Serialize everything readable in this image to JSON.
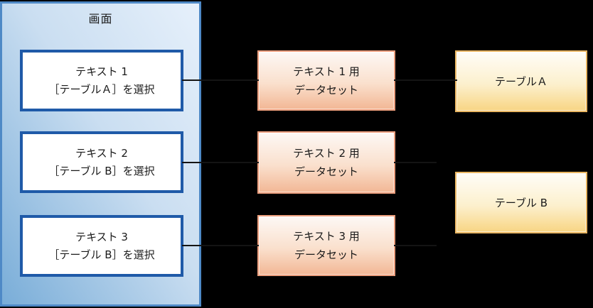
{
  "screen_panel": {
    "title": "画面"
  },
  "text_boxes": [
    {
      "line1": "テキスト 1",
      "line2": "［テーブルＡ］を選択"
    },
    {
      "line1": "テキスト 2",
      "line2": "［テーブル B］を選択"
    },
    {
      "line1": "テキスト 3",
      "line2": "［テーブル B］を選択"
    }
  ],
  "datasets": [
    {
      "line1": "テキスト 1 用",
      "line2": "データセット"
    },
    {
      "line1": "テキスト 2 用",
      "line2": "データセット"
    },
    {
      "line1": "テキスト 3 用",
      "line2": "データセット"
    }
  ],
  "tables": [
    {
      "label": "テーブルＡ"
    },
    {
      "label": "テーブル B"
    }
  ],
  "colors": {
    "background": "#000000",
    "panel_border": "#4e89c6",
    "panel_fill_light": "#e6f0fb",
    "panel_fill_dark": "#79add8",
    "textbox_border": "#1f5aa8",
    "dataset_border": "#ec9e7d",
    "dataset_fill_bottom": "#f2b795",
    "table_border": "#e9b561",
    "table_fill_bottom": "#f8d584",
    "connector": "#141414"
  }
}
